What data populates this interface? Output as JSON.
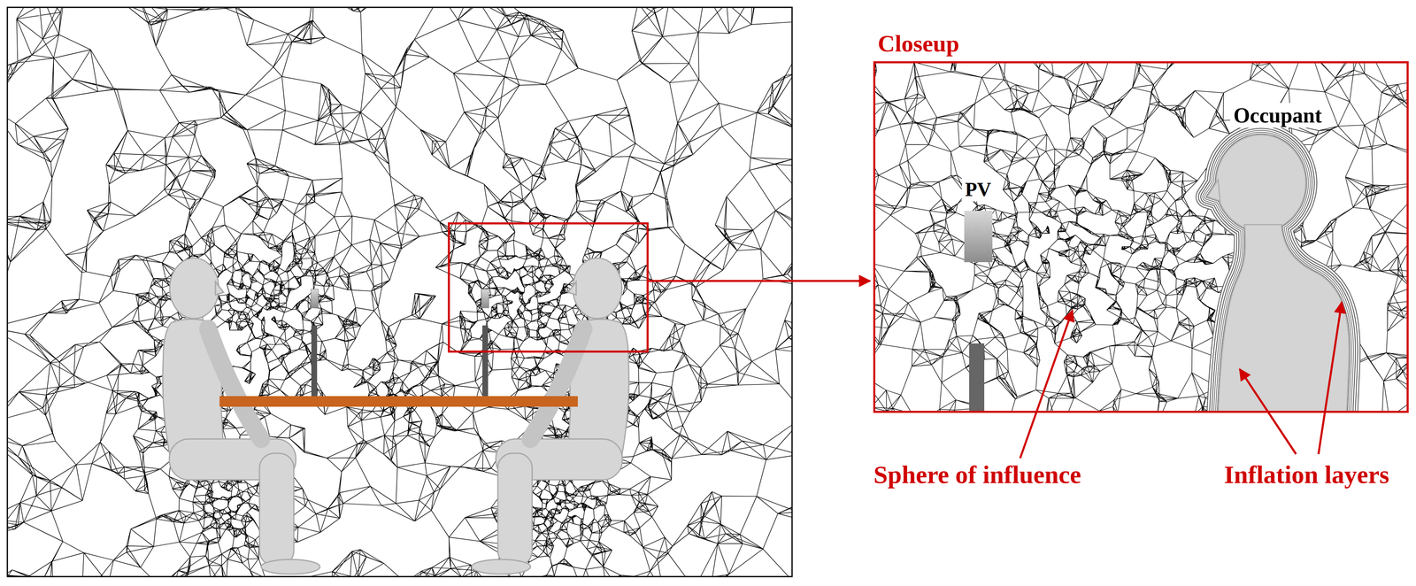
{
  "diagram": {
    "nodes": [
      {
        "text": [
          "Closeup"
        ]
      }
    ],
    "labels": [
      "PV",
      "Occupant",
      "Sphere of influence",
      "Inflation layers"
    ]
  }
}
